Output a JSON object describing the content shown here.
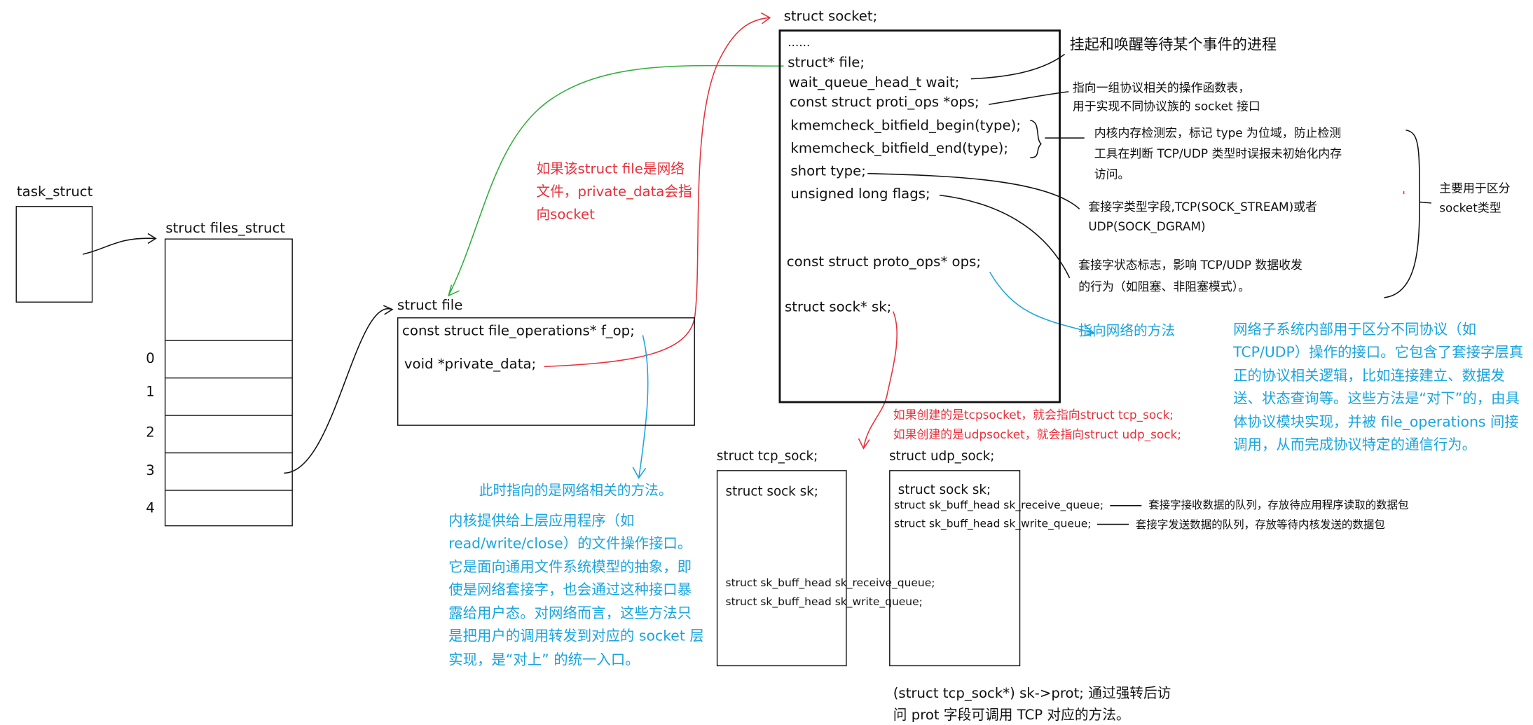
{
  "task_struct": {
    "title": "task_struct"
  },
  "files_struct": {
    "title": "struct files_struct",
    "indices": [
      "0",
      "1",
      "2",
      "3",
      "4"
    ]
  },
  "file": {
    "title": "struct file",
    "fields": [
      "const struct file_operations* f_op;",
      "void *private_data;"
    ]
  },
  "socket": {
    "title": "struct socket;",
    "fields": [
      "......",
      "struct* file;",
      "wait_queue_head_t wait;",
      "const struct proti_ops *ops;",
      "kmemcheck_bitfield_begin(type);",
      "kmemcheck_bitfield_end(type);",
      "short type;",
      "unsigned long flags;",
      "const struct proto_ops* ops;",
      "struct sock* sk;"
    ]
  },
  "tcp_sock": {
    "title": "struct tcp_sock;",
    "fields": [
      "struct sock sk;",
      "struct sk_buff_head sk_receive_queue;",
      "struct sk_buff_head sk_write_queue;"
    ]
  },
  "udp_sock": {
    "title": "struct udp_sock;",
    "fields": [
      "struct sock sk;",
      "struct sk_buff_head sk_receive_queue;",
      "struct sk_buff_head sk_write_queue;"
    ]
  },
  "notes": {
    "wait": "挂起和唤醒等待某个事件的进程",
    "ops_1": "指向一组协议相关的操作函数表，",
    "ops_2": "用于实现不同协议族的 socket 接口",
    "kmem_1": "内核内存检测宏，标记 type 为位域，防止检测",
    "kmem_2": "工具在判断 TCP/UDP 类型时误报未初始化内存",
    "kmem_3": "访问。",
    "type_1": "套接字类型字段,TCP(SOCK_STREAM)或者",
    "type_2": "UDP(SOCK_DGRAM)",
    "flags_1": "套接字状态标志，影响 TCP/UDP 数据收发",
    "flags_2": "的行为（如阻塞、非阻塞模式）。",
    "distinguish_1": "主要用于区分",
    "distinguish_2": "socket类型",
    "private_1": "如果该struct file是网络",
    "private_2": "文件，private_data会指",
    "private_3": "向socket",
    "sk_1": "如果创建的是tcpsocket，就会指向struct tcp_sock;",
    "sk_2": "如果创建的是udpsocket，就会指向struct udp_sock;",
    "network_ops_label": "指向网络的方法",
    "network_ops_desc": "网络子系统内部用于区分不同协议（如TCP/UDP）操作的接口。它包含了套接字层真正的协议相关逻辑，比如连接建立、数据发送、状态查询等。这些方法是“对下”的，由具体协议模块实现，并被 file_operations 间接调用，从而完成协议特定的通信行为。",
    "fop_label": "此时指向的是网络相关的方法。",
    "fop_desc": "内核提供给上层应用程序（如read/write/close）的文件操作接口。它是面向通用文件系统模型的抽象，即使是网络套接字，也会通过这种接口暴露给用户态。对网络而言，这些方法只是把用户的调用转发到对应的 socket 层实现，是“对上” 的统一入口。",
    "receive_queue": "套接字接收数据的队列，存放待应用程序读取的数据包",
    "write_queue": "套接字发送数据的队列，存放等待内核发送的数据包",
    "prot_1": "(struct tcp_sock*) sk->prot; 通过强转后访",
    "prot_2": "问 prot 字段可调用 TCP 对应的方法。"
  },
  "colors": {
    "ink": "#111111",
    "red": "#e8303a",
    "blue": "#1aa4de",
    "green": "#2fae3a"
  }
}
